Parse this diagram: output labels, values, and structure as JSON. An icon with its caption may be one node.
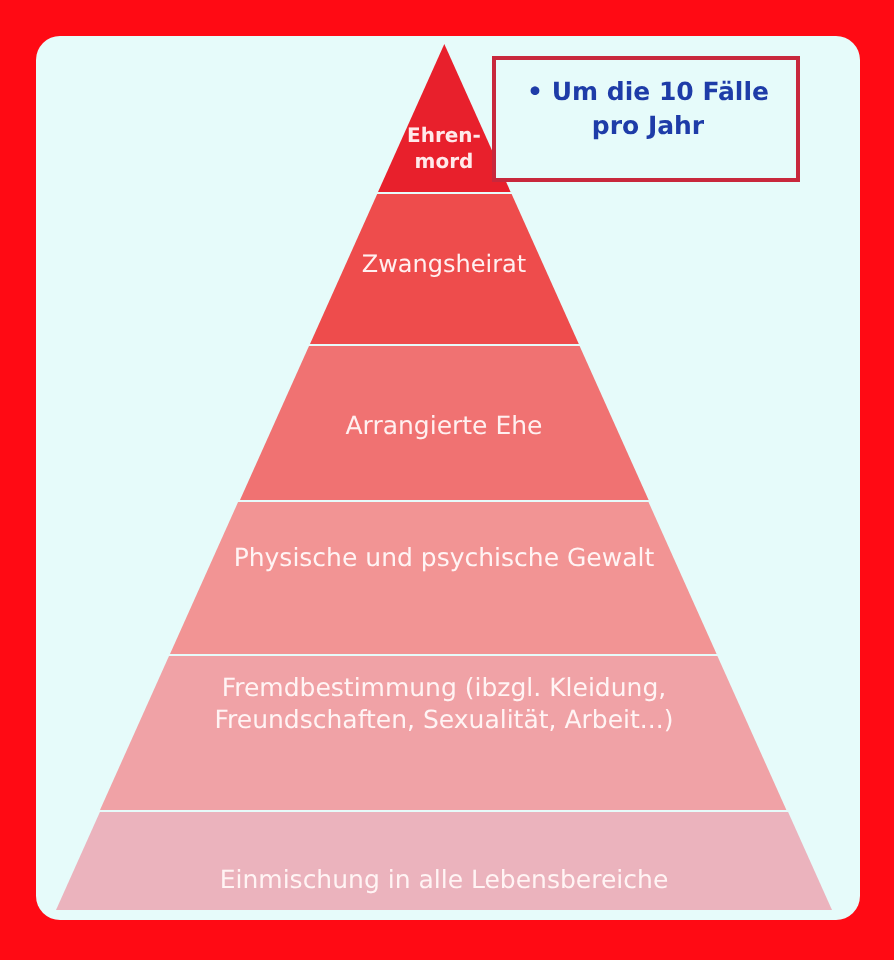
{
  "diagram": {
    "nodes": [
      {
        "text": [
          "Ehren-mord"
        ]
      },
      {
        "text": [
          "• Um die 10 Fälle pro Jahr"
        ]
      },
      {
        "text": [
          "Zwangsheirat"
        ]
      },
      {
        "text": [
          "Arrangierte Ehe"
        ]
      },
      {
        "text": [
          "Physische und psychische Gewalt"
        ]
      },
      {
        "text": [
          "Fremdbestimmung (ibzgl. Kleidung, Freundschaften, Sexualität, Arbeit...)"
        ]
      },
      {
        "text": [
          "Einmischung in alle Lebensbereiche"
        ]
      }
    ]
  }
}
